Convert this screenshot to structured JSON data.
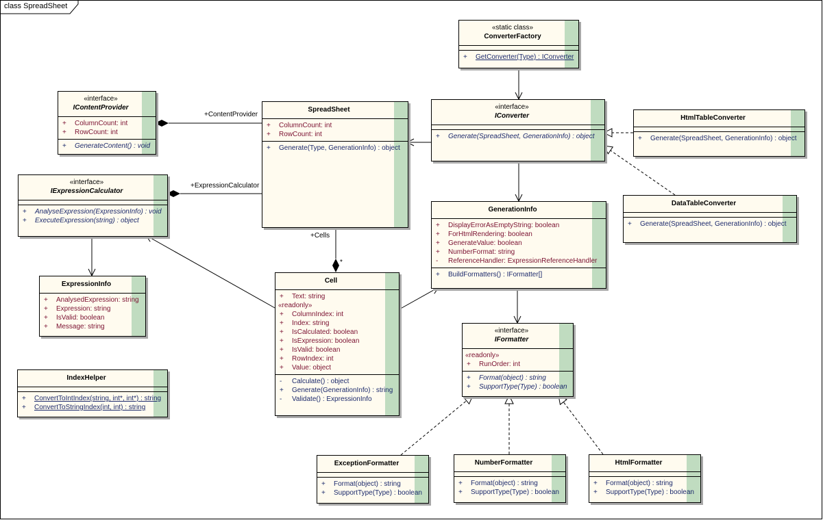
{
  "diagram": {
    "frame_title": "class SpreadSheet",
    "colors": {
      "class_fill": "#fffbef",
      "class_strip": "#c0dcc0",
      "attribute_text": "#7a1030",
      "method_text": "#1c2a6c"
    },
    "classes": [
      {
        "id": "converter-factory",
        "stereotype": "«static class»",
        "name": "ConverterFactory",
        "abstract": false,
        "attributes": [],
        "methods": [
          {
            "vis": "+",
            "text": "GetConverter(Type) : IConverter",
            "static": true
          }
        ]
      },
      {
        "id": "icontent-provider",
        "stereotype": "«interface»",
        "name": "IContentProvider",
        "abstract": true,
        "attributes": [
          {
            "vis": "+",
            "text": "ColumnCount:  int"
          },
          {
            "vis": "+",
            "text": "RowCount:  int"
          }
        ],
        "methods": [
          {
            "vis": "+",
            "text": "GenerateContent() : void",
            "abstract": true
          }
        ]
      },
      {
        "id": "spreadsheet",
        "stereotype": "",
        "name": "SpreadSheet",
        "abstract": false,
        "attributes": [
          {
            "vis": "+",
            "text": "ColumnCount:  int"
          },
          {
            "vis": "+",
            "text": "RowCount:  int"
          }
        ],
        "methods": [
          {
            "vis": "+",
            "text": "Generate(Type, GenerationInfo) : object"
          }
        ]
      },
      {
        "id": "iconverter",
        "stereotype": "«interface»",
        "name": "IConverter",
        "abstract": true,
        "attributes": [],
        "methods": [
          {
            "vis": "+",
            "text": "Generate(SpreadSheet, GenerationInfo) : object",
            "abstract": true
          }
        ]
      },
      {
        "id": "html-table-converter",
        "stereotype": "",
        "name": "HtmlTableConverter",
        "abstract": false,
        "attributes": [],
        "methods": [
          {
            "vis": "+",
            "text": "Generate(SpreadSheet, GenerationInfo) : object"
          }
        ]
      },
      {
        "id": "iexpression-calculator",
        "stereotype": "«interface»",
        "name": "IExpressionCalculator",
        "abstract": true,
        "attributes": [],
        "methods": [
          {
            "vis": "+",
            "text": "AnalyseExpression(ExpressionInfo) : void",
            "abstract": true
          },
          {
            "vis": "+",
            "text": "ExecuteExpression(string) : object",
            "abstract": true
          }
        ]
      },
      {
        "id": "data-table-converter",
        "stereotype": "",
        "name": "DataTableConverter",
        "abstract": false,
        "attributes": [],
        "methods": [
          {
            "vis": "+",
            "text": "Generate(SpreadSheet, GenerationInfo) : object"
          }
        ]
      },
      {
        "id": "generation-info",
        "stereotype": "",
        "name": "GenerationInfo",
        "abstract": false,
        "attributes": [
          {
            "vis": "+",
            "text": "DisplayErrorAsEmptyString:  boolean"
          },
          {
            "vis": "+",
            "text": "ForHtmlRendering:  boolean"
          },
          {
            "vis": "+",
            "text": "GenerateValue:  boolean"
          },
          {
            "vis": "+",
            "text": "NumberFormat:  string"
          },
          {
            "vis": "-",
            "text": "ReferenceHandler:  ExpressionReferenceHandler"
          }
        ],
        "methods": [
          {
            "vis": "+",
            "text": "BuildFormatters() : IFormatter[]"
          }
        ]
      },
      {
        "id": "expression-info",
        "stereotype": "",
        "name": "ExpressionInfo",
        "abstract": false,
        "attributes": [
          {
            "vis": "+",
            "text": "AnalysedExpression:  string"
          },
          {
            "vis": "+",
            "text": "Expression:  string"
          },
          {
            "vis": "+",
            "text": "IsValid:  boolean"
          },
          {
            "vis": "+",
            "text": "Message:  string"
          }
        ],
        "methods": null
      },
      {
        "id": "cell",
        "stereotype": "",
        "name": "Cell",
        "abstract": false,
        "attributes": [
          {
            "vis": "+",
            "text": "Text:  string"
          },
          {
            "sub": "«readonly»"
          },
          {
            "vis": "+",
            "text": "ColumnIndex:  int"
          },
          {
            "vis": "+",
            "text": "Index:  string"
          },
          {
            "vis": "+",
            "text": "IsCalculated:  boolean"
          },
          {
            "vis": "+",
            "text": "IsExpression:  boolean"
          },
          {
            "vis": "+",
            "text": "IsValid:  boolean"
          },
          {
            "vis": "+",
            "text": "RowIndex:  int"
          },
          {
            "vis": "+",
            "text": "Value:  object"
          }
        ],
        "methods": [
          {
            "vis": "-",
            "text": "Calculate() : object"
          },
          {
            "vis": "+",
            "text": "Generate(GenerationInfo) : string"
          },
          {
            "vis": "-",
            "text": "Validate() : ExpressionInfo"
          }
        ]
      },
      {
        "id": "iformatter",
        "stereotype": "«interface»",
        "name": "IFormatter",
        "abstract": true,
        "attributes": [
          {
            "sub": "«readonly»"
          },
          {
            "vis": "+",
            "text": "RunOrder:  int"
          }
        ],
        "methods": [
          {
            "vis": "+",
            "text": "Format(object) : string",
            "abstract": true
          },
          {
            "vis": "+",
            "text": "SupportType(Type) : boolean",
            "abstract": true
          }
        ]
      },
      {
        "id": "index-helper",
        "stereotype": "",
        "name": "IndexHelper",
        "abstract": false,
        "attributes": [],
        "methods": [
          {
            "vis": "+",
            "text": "ConvertToIntIndex(string, int*, int*) : string",
            "static": true
          },
          {
            "vis": "+",
            "text": "ConvertToStringIndex(int, int) : string",
            "static": true
          }
        ]
      },
      {
        "id": "exception-formatter",
        "stereotype": "",
        "name": "ExceptionFormatter",
        "abstract": false,
        "attributes": [],
        "methods": [
          {
            "vis": "+",
            "text": "Format(object) : string"
          },
          {
            "vis": "+",
            "text": "SupportType(Type) : boolean"
          }
        ]
      },
      {
        "id": "number-formatter",
        "stereotype": "",
        "name": "NumberFormatter",
        "abstract": false,
        "attributes": [],
        "methods": [
          {
            "vis": "+",
            "text": "Format(object) : string"
          },
          {
            "vis": "+",
            "text": "SupportType(Type) : boolean"
          }
        ]
      },
      {
        "id": "html-formatter",
        "stereotype": "",
        "name": "HtmlFormatter",
        "abstract": false,
        "attributes": [],
        "methods": [
          {
            "vis": "+",
            "text": "Format(object) : string"
          },
          {
            "vis": "+",
            "text": "SupportType(Type) : boolean"
          }
        ]
      }
    ],
    "relations": [
      {
        "from": "spreadsheet",
        "to": "icontent-provider",
        "kind": "composition",
        "label": "+ContentProvider"
      },
      {
        "from": "spreadsheet",
        "to": "iexpression-calculator",
        "kind": "composition",
        "label": "+ExpressionCalculator"
      },
      {
        "from": "spreadsheet",
        "to": "cell",
        "kind": "composition",
        "label": "+Cells",
        "multiplicity": "*"
      },
      {
        "from": "iconverter",
        "to": "spreadsheet",
        "kind": "association"
      },
      {
        "from": "converter-factory",
        "to": "iconverter",
        "kind": "association"
      },
      {
        "from": "iconverter",
        "to": "generation-info",
        "kind": "association"
      },
      {
        "from": "html-table-converter",
        "to": "iconverter",
        "kind": "realization"
      },
      {
        "from": "data-table-converter",
        "to": "iconverter",
        "kind": "realization"
      },
      {
        "from": "iexpression-calculator",
        "to": "expression-info",
        "kind": "association"
      },
      {
        "from": "cell",
        "to": "iexpression-calculator",
        "kind": "association"
      },
      {
        "from": "cell",
        "to": "generation-info",
        "kind": "association"
      },
      {
        "from": "generation-info",
        "to": "iformatter",
        "kind": "association"
      },
      {
        "from": "exception-formatter",
        "to": "iformatter",
        "kind": "realization"
      },
      {
        "from": "number-formatter",
        "to": "iformatter",
        "kind": "realization"
      },
      {
        "from": "html-formatter",
        "to": "iformatter",
        "kind": "realization"
      }
    ]
  }
}
